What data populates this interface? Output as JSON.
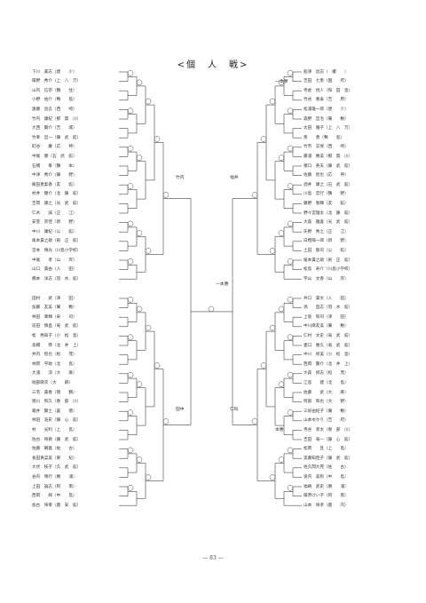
{
  "title": "<個　人　戦>",
  "page_number": "— 83 —",
  "left_entries": [
    "下川　貴志（建　　少）",
    "篠野　秀介（上　八　万）",
    "山内　信宗（鶴　　住）",
    "小野　佑介（鴨　　島）",
    "遠藤　昌吾（西　　崎）",
    "竹内　康紀（那　賀　川）",
    "大西　賢介（吉　　城）",
    "竹幸　哲一（錬　武　館）",
    "町谷　　慶（応　　神）",
    "中尾　健（石　武　館）",
    "石橋　　拳（鶴　　本）",
    "中津　秀介（錬　　野）",
    "飯田恵梨香（友　　館）",
    "村井　健介（北　錬　館）",
    "吉岡　康之（光　武　館）",
    "仁木　　誠（正　　江）",
    "安芸　宗佳（新　　野）",
    "中川　康紀（公　　館）",
    "尾本貴之助（剣　正　館）",
    "宮本　慎光（川島小学校）",
    "中尾　　孝（山　　岸）",
    "山口　貴由（入　　田）",
    "橋本　洋志（羽　水　館）",
    "田村　　武（津　　田）",
    "加藤　友美（鷲　　敷）",
    "林田　幸輝（寿　　司）",
    "前田　慎直（竜　武　館）",
    "松　秀知子（小　松　島）",
    "高橋　　恭（北　井　上）",
    "井内　智也（松　　茂）",
    "林岡　平助（北　　島）",
    "大浦　　涼（大　　麻）",
    "堀部麻衣（大　　麻）",
    "三宅　貴春（徳　　鶴）",
    "徳川　和久（春　部　川）",
    "蔵井　賢士（蒼　　徳）",
    "林田　浩史（錬　心　館）",
    "村　　光利（上　　島）",
    "佐古　将教（錬　武　館）",
    "佐藤　朝義（佐　　古）",
    "長田真菜美（東　　紀）",
    "大伏　枝子（久　武　館）",
    "谷内　晴行（勝　　浦）",
    "上田　論志（阿　　南）",
    "西岡　　純（中　　島）",
    "加古　将幸（鹿　安　館）"
  ],
  "right_entries": [
    "船津　昌志（　撮　　）",
    "吉田　七恵（国　　府）",
    "寺倉　悦人（和　田　島）",
    "竹谷　寛泰（吉　　原）",
    "松浦雄一郎（建　　少）",
    "森野　哲治（鷲　　敷）",
    "太田　雅子（上　八　万）",
    "斎　　勇（鴨　　島）",
    "竹市　志保（西　　崎）",
    "藤浦　勝美（那　賀　川）",
    "猪口　英夫（錬　武　館）",
    "佐藤　智也（応　　神）",
    "酒井　康之（石　武　館）",
    "川島　忠行（鶴　　野）",
    "藤野　春輝（友　　館）",
    "野々宮雄太（北　錬　館）",
    "大森　雅喜（光　武　館）",
    "矢野　秀之（正　　江）",
    "白樫陽一郎（新　　野）",
    "土田　敬司（公　　館）",
    "尾本貴之助（剣　正　館）",
    "松島　寿介（川島小学校）",
    "宇山　文香（山　　岸）",
    "井口　貴文（入　　田）",
    "渦　　直志（羽　水　館）",
    "上坂　和司（津　　田）",
    "中川麻友美（鷲　　敷）",
    "仁村　文史（竜　武　館）",
    "妻口　勝久（竜　武　館）",
    "中川　修美（小　松　島）",
    "西岡　賢介（北　井　上）",
    "大森　修志（松　　茂）",
    "江島　　建（北　　島）",
    "佐藤　　武（大　　麻）",
    "阿部　和也（大　　野）",
    "三好由紀子（鷲　　敷）",
    "山本ゆかり（吉　　府）",
    "寺谷　孝太（春　部　川）",
    "吉田　竜一（錬　心　館）",
    "松岡　　且（上　　島）",
    "実藤知佳子（錬　武　館）",
    "佐久間大晃（佐　　古）",
    "速内　美和（中　　島）",
    "福嶋　武史（勝　　浦）",
    "篠原けい子（阿　　南）",
    "山本　将孝（鹿　　内）"
  ],
  "labels": {
    "left_upper_winner": "竹内",
    "left_lower_winner": "田中",
    "right_upper_winner": "福井",
    "right_lower_winner": "仁科",
    "final_badge": "一本勝",
    "right_badge_top": "一本勝",
    "right_badge_low": "一本勝",
    "right_badge_mid": "本勝"
  }
}
